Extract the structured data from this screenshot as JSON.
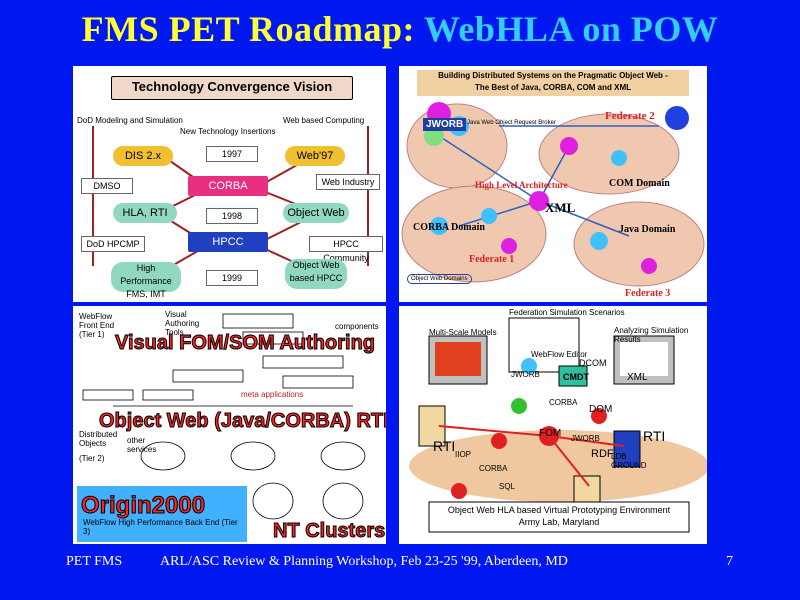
{
  "title": {
    "part1": "FMS PET Roadmap: ",
    "part2": "WebHLA on POW"
  },
  "tl": {
    "header": "Technology Convergence Vision",
    "lab_dod": "DoD Modeling and Simulation",
    "lab_web": "Web based Computing",
    "lab_new": "New Technology Insertions",
    "dis": "DIS 2.x",
    "y1997": "1997",
    "web97": "Web'97",
    "dmso": "DMSO",
    "corba": "CORBA",
    "webind": "Web Industry",
    "hla": "HLA, RTI",
    "y1998": "1998",
    "objweb": "Object Web",
    "dodhpcmp": "DoD HPCMP",
    "hpcc": "HPCC",
    "hpccom": "HPCC Community",
    "hpf": "High Performance FMS, IMT",
    "y1999": "1999",
    "objwebhpcc": "Object Web based HPCC"
  },
  "tr": {
    "header1": "Building Distributed Systems on the Pragmatic Object Web -",
    "header2": "The Best of Java, CORBA, COM and XML",
    "jworb": "JWORB",
    "jworb_note": "Java Web Object Request Broker",
    "fed2": "Federate 2",
    "hla": "High Level Architecture",
    "com": "COM Domain",
    "xml": "XML",
    "corba": "CORBA Domain",
    "java": "Java Domain",
    "fed1": "Federate 1",
    "objdomains": "Object Web Domains",
    "fed3": "Federate 3"
  },
  "bl": {
    "webflow": "WebFlow Front End (Tier 1)",
    "visual": "Visual Authoring Tools",
    "components": "components",
    "fom": "Visual FOM/SOM Authoring",
    "meta": "meta applications",
    "objweb": "Object Web (Java/CORBA) RTI",
    "distributed": "Distributed Objects",
    "other": "other services",
    "tier2": "(Tier 2)",
    "origin": "Origin2000",
    "hpbe": "WebFlow High Performance Back End (Tier 3)",
    "nt": "NT Clusters"
  },
  "br": {
    "fedsim": "Federation Simulation Scenarios",
    "models": "Multi-Scale Models",
    "analyzing": "Analyzing Simulation Results",
    "webflow": "WebFlow Editor",
    "dcom": "DCOM",
    "jworb": "JWORB",
    "cmdt": "CMDT",
    "xml": "XML",
    "corba": "CORBA",
    "dom": "DOM",
    "rti": "RTI",
    "fom": "FOM",
    "rdf": "RDF",
    "corba2": "CORBA",
    "jworb2": "JWORB",
    "rti2": "RTI",
    "ntd": "LDB GROUND",
    "iiop": "IIOP",
    "sql": "SQL",
    "bottom1": "Object Web HLA based Virtual Prototyping Environment",
    "bottom2": "Army Lab, Maryland"
  },
  "footer": {
    "left": "PET FMS",
    "center": "ARL/ASC Review & Planning Workshop, Feb 23-25 '99,  Aberdeen, MD",
    "page": "7"
  }
}
